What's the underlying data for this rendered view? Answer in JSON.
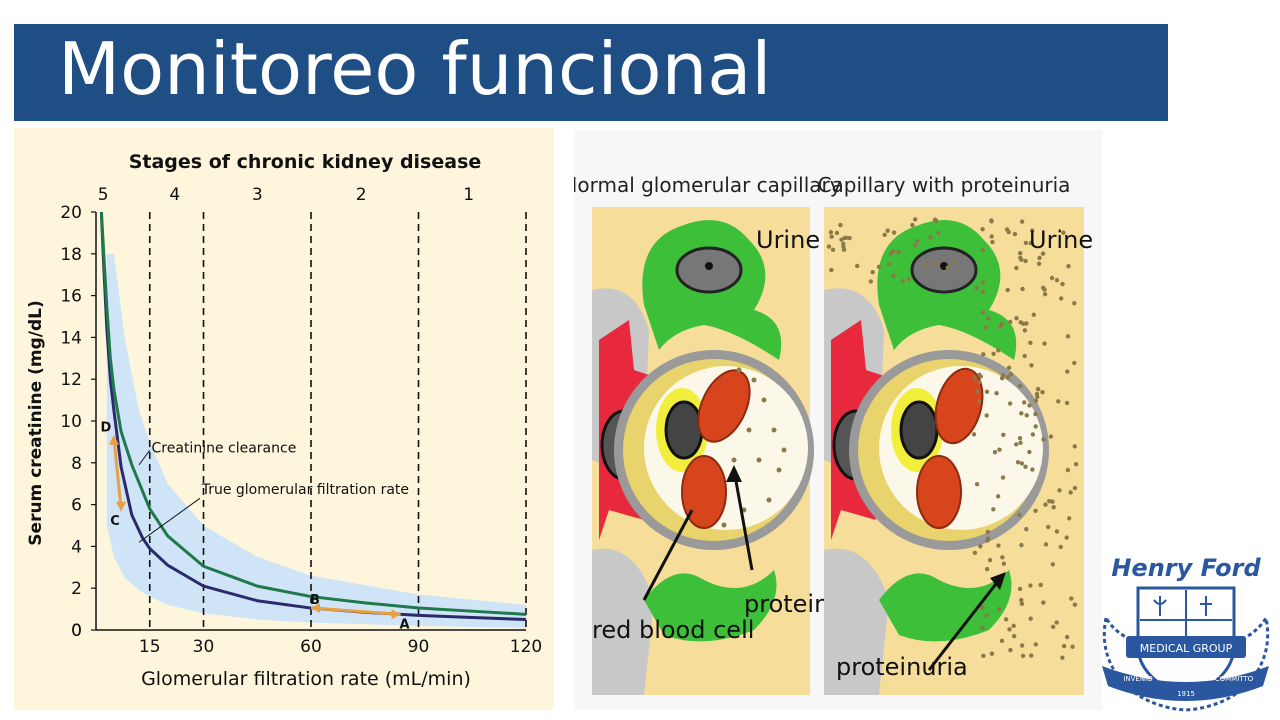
{
  "slide": {
    "title": "Monitoreo funcional"
  },
  "chart_data": {
    "type": "line",
    "title": "Stages of chronic kidney disease",
    "xlabel": "Glomerular filtration rate (mL/min)",
    "ylabel": "Serum creatinine (mg/dL)",
    "xlim": [
      0,
      120
    ],
    "ylim": [
      0,
      20
    ],
    "xticks": [
      15,
      30,
      60,
      90,
      120
    ],
    "yticks": [
      0,
      2,
      4,
      6,
      8,
      10,
      12,
      14,
      16,
      18,
      20
    ],
    "stage_boundaries": [
      15,
      30,
      60,
      90,
      120
    ],
    "stages": [
      {
        "label": "5",
        "x": 2
      },
      {
        "label": "4",
        "x": 22
      },
      {
        "label": "3",
        "x": 45
      },
      {
        "label": "2",
        "x": 74
      },
      {
        "label": "1",
        "x": 104
      }
    ],
    "series": [
      {
        "name": "True glomerular filtration rate",
        "color": "#2b2a6b",
        "x": [
          1.5,
          2,
          3,
          4,
          5,
          7,
          10,
          13,
          15,
          20,
          30,
          45,
          60,
          75,
          90,
          105,
          120
        ],
        "y": [
          20,
          18,
          14.5,
          12,
          10.5,
          7.8,
          5.5,
          4.4,
          3.9,
          3.1,
          2.1,
          1.4,
          1.05,
          0.85,
          0.7,
          0.6,
          0.5
        ]
      },
      {
        "name": "Creatinine clearance",
        "color": "#1e7a4a",
        "x": [
          1.5,
          2,
          3,
          4,
          5,
          7,
          10,
          15,
          20,
          30,
          45,
          60,
          75,
          90,
          105,
          120
        ],
        "y": [
          20,
          18.5,
          15.5,
          13,
          11.5,
          9.5,
          7.9,
          5.8,
          4.5,
          3.05,
          2.1,
          1.6,
          1.3,
          1.05,
          0.9,
          0.75
        ]
      }
    ],
    "band": {
      "color": "#cfe4f7",
      "x": [
        3,
        5,
        8,
        12,
        15,
        20,
        30,
        45,
        60,
        90,
        120
      ],
      "upper": [
        18,
        18,
        14,
        10.5,
        9,
        7,
        5,
        3.5,
        2.6,
        1.7,
        1.2
      ],
      "lower": [
        5,
        3.5,
        2.5,
        1.9,
        1.6,
        1.2,
        0.8,
        0.5,
        0.35,
        0.2,
        0.1
      ]
    },
    "points": [
      {
        "label": "A",
        "x": 85,
        "y": 0.75
      },
      {
        "label": "B",
        "x": 60,
        "y": 1.05
      },
      {
        "label": "C",
        "x": 7,
        "y": 5.8
      },
      {
        "label": "D",
        "x": 5,
        "y": 9.2
      }
    ],
    "annotations": [
      "Creatinine clearance",
      "True glomerular filtration rate"
    ],
    "arrow_color": "#e8a040"
  },
  "figure": {
    "left_title": "Normal glomerular capillary",
    "right_title": "Capillary with proteinuria",
    "labels": {
      "urine": "Urine",
      "red_blood_cell": "red blood cell",
      "protein": "protein",
      "proteinuria": "proteinuria"
    }
  },
  "logo": {
    "text": "Henry Ford",
    "banner": "MEDICAL GROUP",
    "motto_left": "INVENIO",
    "motto_right": "COMMITTO",
    "year": "1915"
  }
}
